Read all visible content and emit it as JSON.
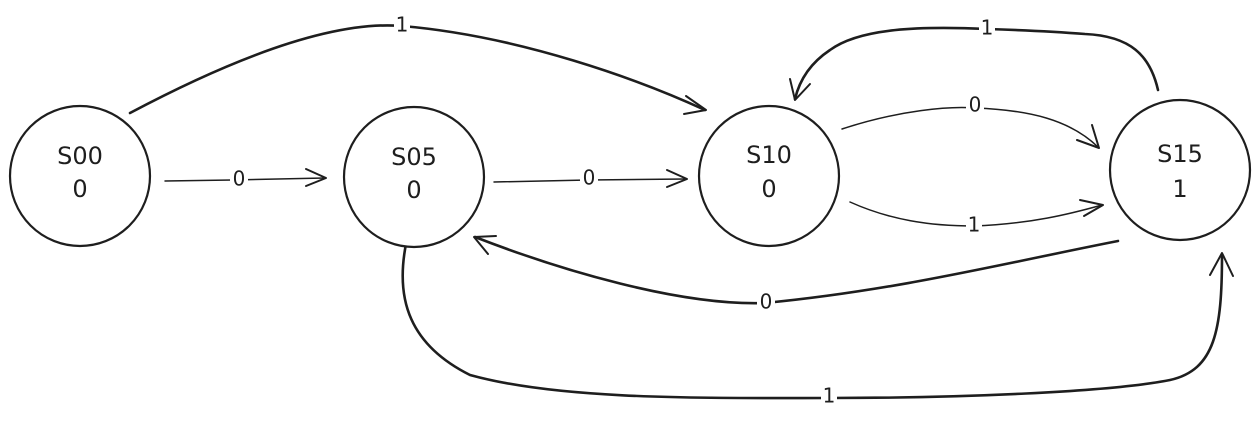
{
  "diagram": {
    "states": [
      {
        "id": "S00",
        "name": "S00",
        "output": "0"
      },
      {
        "id": "S05",
        "name": "S05",
        "output": "0"
      },
      {
        "id": "S10",
        "name": "S10",
        "output": "0"
      },
      {
        "id": "S15",
        "name": "S15",
        "output": "1"
      }
    ],
    "transitions": [
      {
        "id": "t1",
        "from": "S00",
        "to": "S05",
        "label": "0"
      },
      {
        "id": "t2",
        "from": "S00",
        "to": "S10",
        "label": "1"
      },
      {
        "id": "t3",
        "from": "S05",
        "to": "S10",
        "label": "0"
      },
      {
        "id": "t4",
        "from": "S05",
        "to": "S15",
        "label": "1"
      },
      {
        "id": "t5",
        "from": "S10",
        "to": "S15",
        "label": "0"
      },
      {
        "id": "t6",
        "from": "S10",
        "to": "S15",
        "label": "1"
      },
      {
        "id": "t7",
        "from": "S15",
        "to": "S10",
        "label": "1"
      },
      {
        "id": "t8",
        "from": "S15",
        "to": "S05",
        "label": "0"
      }
    ],
    "colors": {
      "stroke": "#1e1e1e",
      "background": "#ffffff"
    }
  }
}
